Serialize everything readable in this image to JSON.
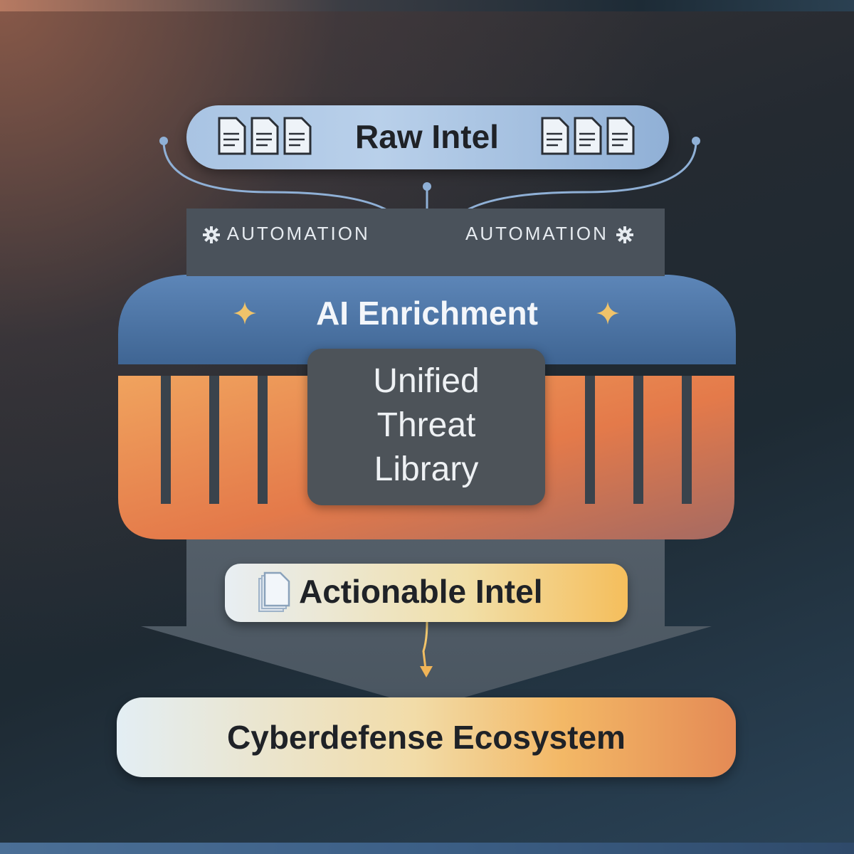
{
  "raw_intel": {
    "title": "Raw Intel",
    "doc_icon": "document-icon"
  },
  "automation": {
    "left_label": "AUTOMATION",
    "right_label": "AUTOMATION",
    "icon": "gear-icon"
  },
  "ai_enrichment": {
    "title": "AI Enrichment",
    "icon": "sparkle-icon"
  },
  "library": {
    "lines": [
      "Unified",
      "Threat",
      "Library"
    ]
  },
  "actionable": {
    "title": "Actionable Intel",
    "icon": "documents-stack-icon"
  },
  "ecosystem": {
    "title": "Cyberdefense Ecosystem"
  },
  "colors": {
    "raw_blue": "#a9c4e3",
    "ai_blue": "#4f76a8",
    "orange": "#e8894e",
    "gold": "#f5be5c",
    "dark_panel": "#4d5359",
    "sparkle": "#f0c36a"
  }
}
